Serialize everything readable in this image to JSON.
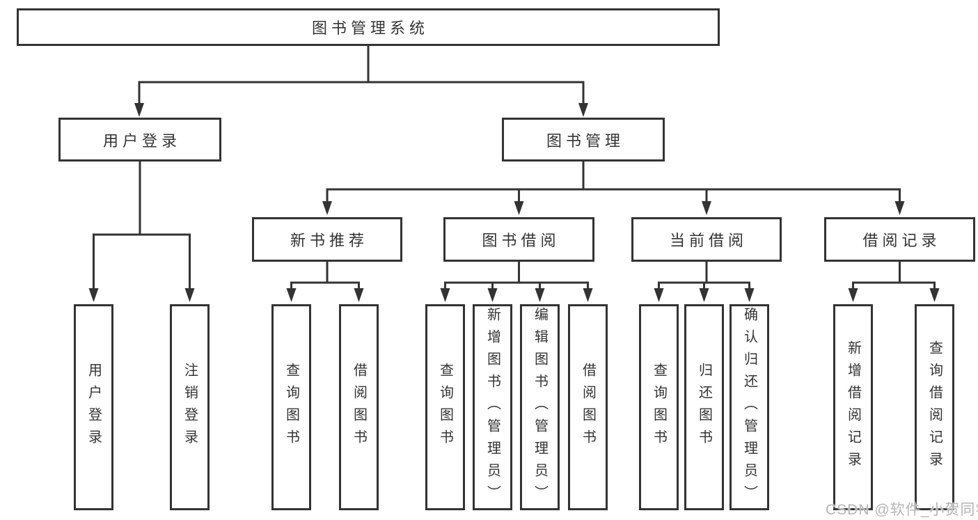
{
  "tree": {
    "root": "图书管理系统",
    "branches": [
      {
        "label": "用户登录",
        "children": [
          "用户登录",
          "注销登录"
        ]
      },
      {
        "label": "图书管理",
        "children": [
          {
            "label": "新书推荐",
            "children": [
              "查询图书",
              "借阅图书"
            ]
          },
          {
            "label": "图书借阅",
            "children": [
              "查询图书",
              "新增图书（管理员）",
              "编辑图书（管理员）",
              "借阅图书"
            ]
          },
          {
            "label": "当前借阅",
            "children": [
              "查询图书",
              "归还图书",
              "确认归还（管理员）"
            ]
          },
          {
            "label": "借阅记录",
            "children": [
              "新增借阅记录",
              "查询借阅记录"
            ]
          }
        ]
      }
    ]
  },
  "watermark": "CSDN @软件_小贺同学",
  "colors": {
    "line": "#333333",
    "box_border": "#333333",
    "text": "#333333",
    "watermark_text": "#b5b5b5",
    "background": "#ffffff"
  }
}
